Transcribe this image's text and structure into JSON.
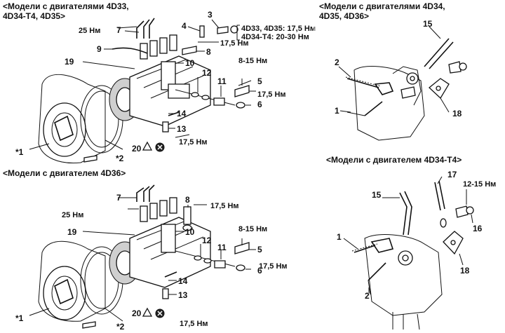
{
  "headers": {
    "top_left_line1": "<Модели с двигателями 4D33,",
    "top_left_line2": "4D34-T4, 4D35>",
    "bottom_left": "<Модели с двигателем 4D36>",
    "top_right_line1": "<Модели с двигателями 4D34,",
    "top_right_line2": "4D35, 4D36>",
    "bottom_right": "<Модели с двигателем 4D34-T4>"
  },
  "top_left": {
    "torque_25": "25 Нм",
    "torque_17_5_a": "17,5 Нм",
    "torque_8_15": "8-15 Нм",
    "torque_17_5_b": "17,5 Нм",
    "torque_17_5_c": "17,5 Нм",
    "note_line1": "4D33, 4D35: 17,5 Нм",
    "note_line2": "4D34-T4: 20-30 Нм",
    "labels": [
      "7",
      "3",
      "4",
      "9",
      "8",
      "10",
      "19",
      "12",
      "11",
      "5",
      "6",
      "14",
      "13",
      "20",
      "*1",
      "*2"
    ]
  },
  "bottom_left": {
    "torque_25": "25 Нм",
    "torque_17_5_a": "17,5 Нм",
    "torque_8_15": "8-15 Нм",
    "torque_17_5_b": "17,5 Нм",
    "torque_17_5_c": "17,5 Нм",
    "labels": [
      "7",
      "8",
      "10",
      "19",
      "12",
      "11",
      "5",
      "6",
      "14",
      "13",
      "20",
      "*1",
      "*2"
    ]
  },
  "top_right": {
    "labels": [
      "15",
      "2",
      "1",
      "18"
    ]
  },
  "bottom_right": {
    "torque_12_15": "12-15 Нм",
    "labels": [
      "15",
      "17",
      "16",
      "1",
      "18",
      "2"
    ]
  }
}
